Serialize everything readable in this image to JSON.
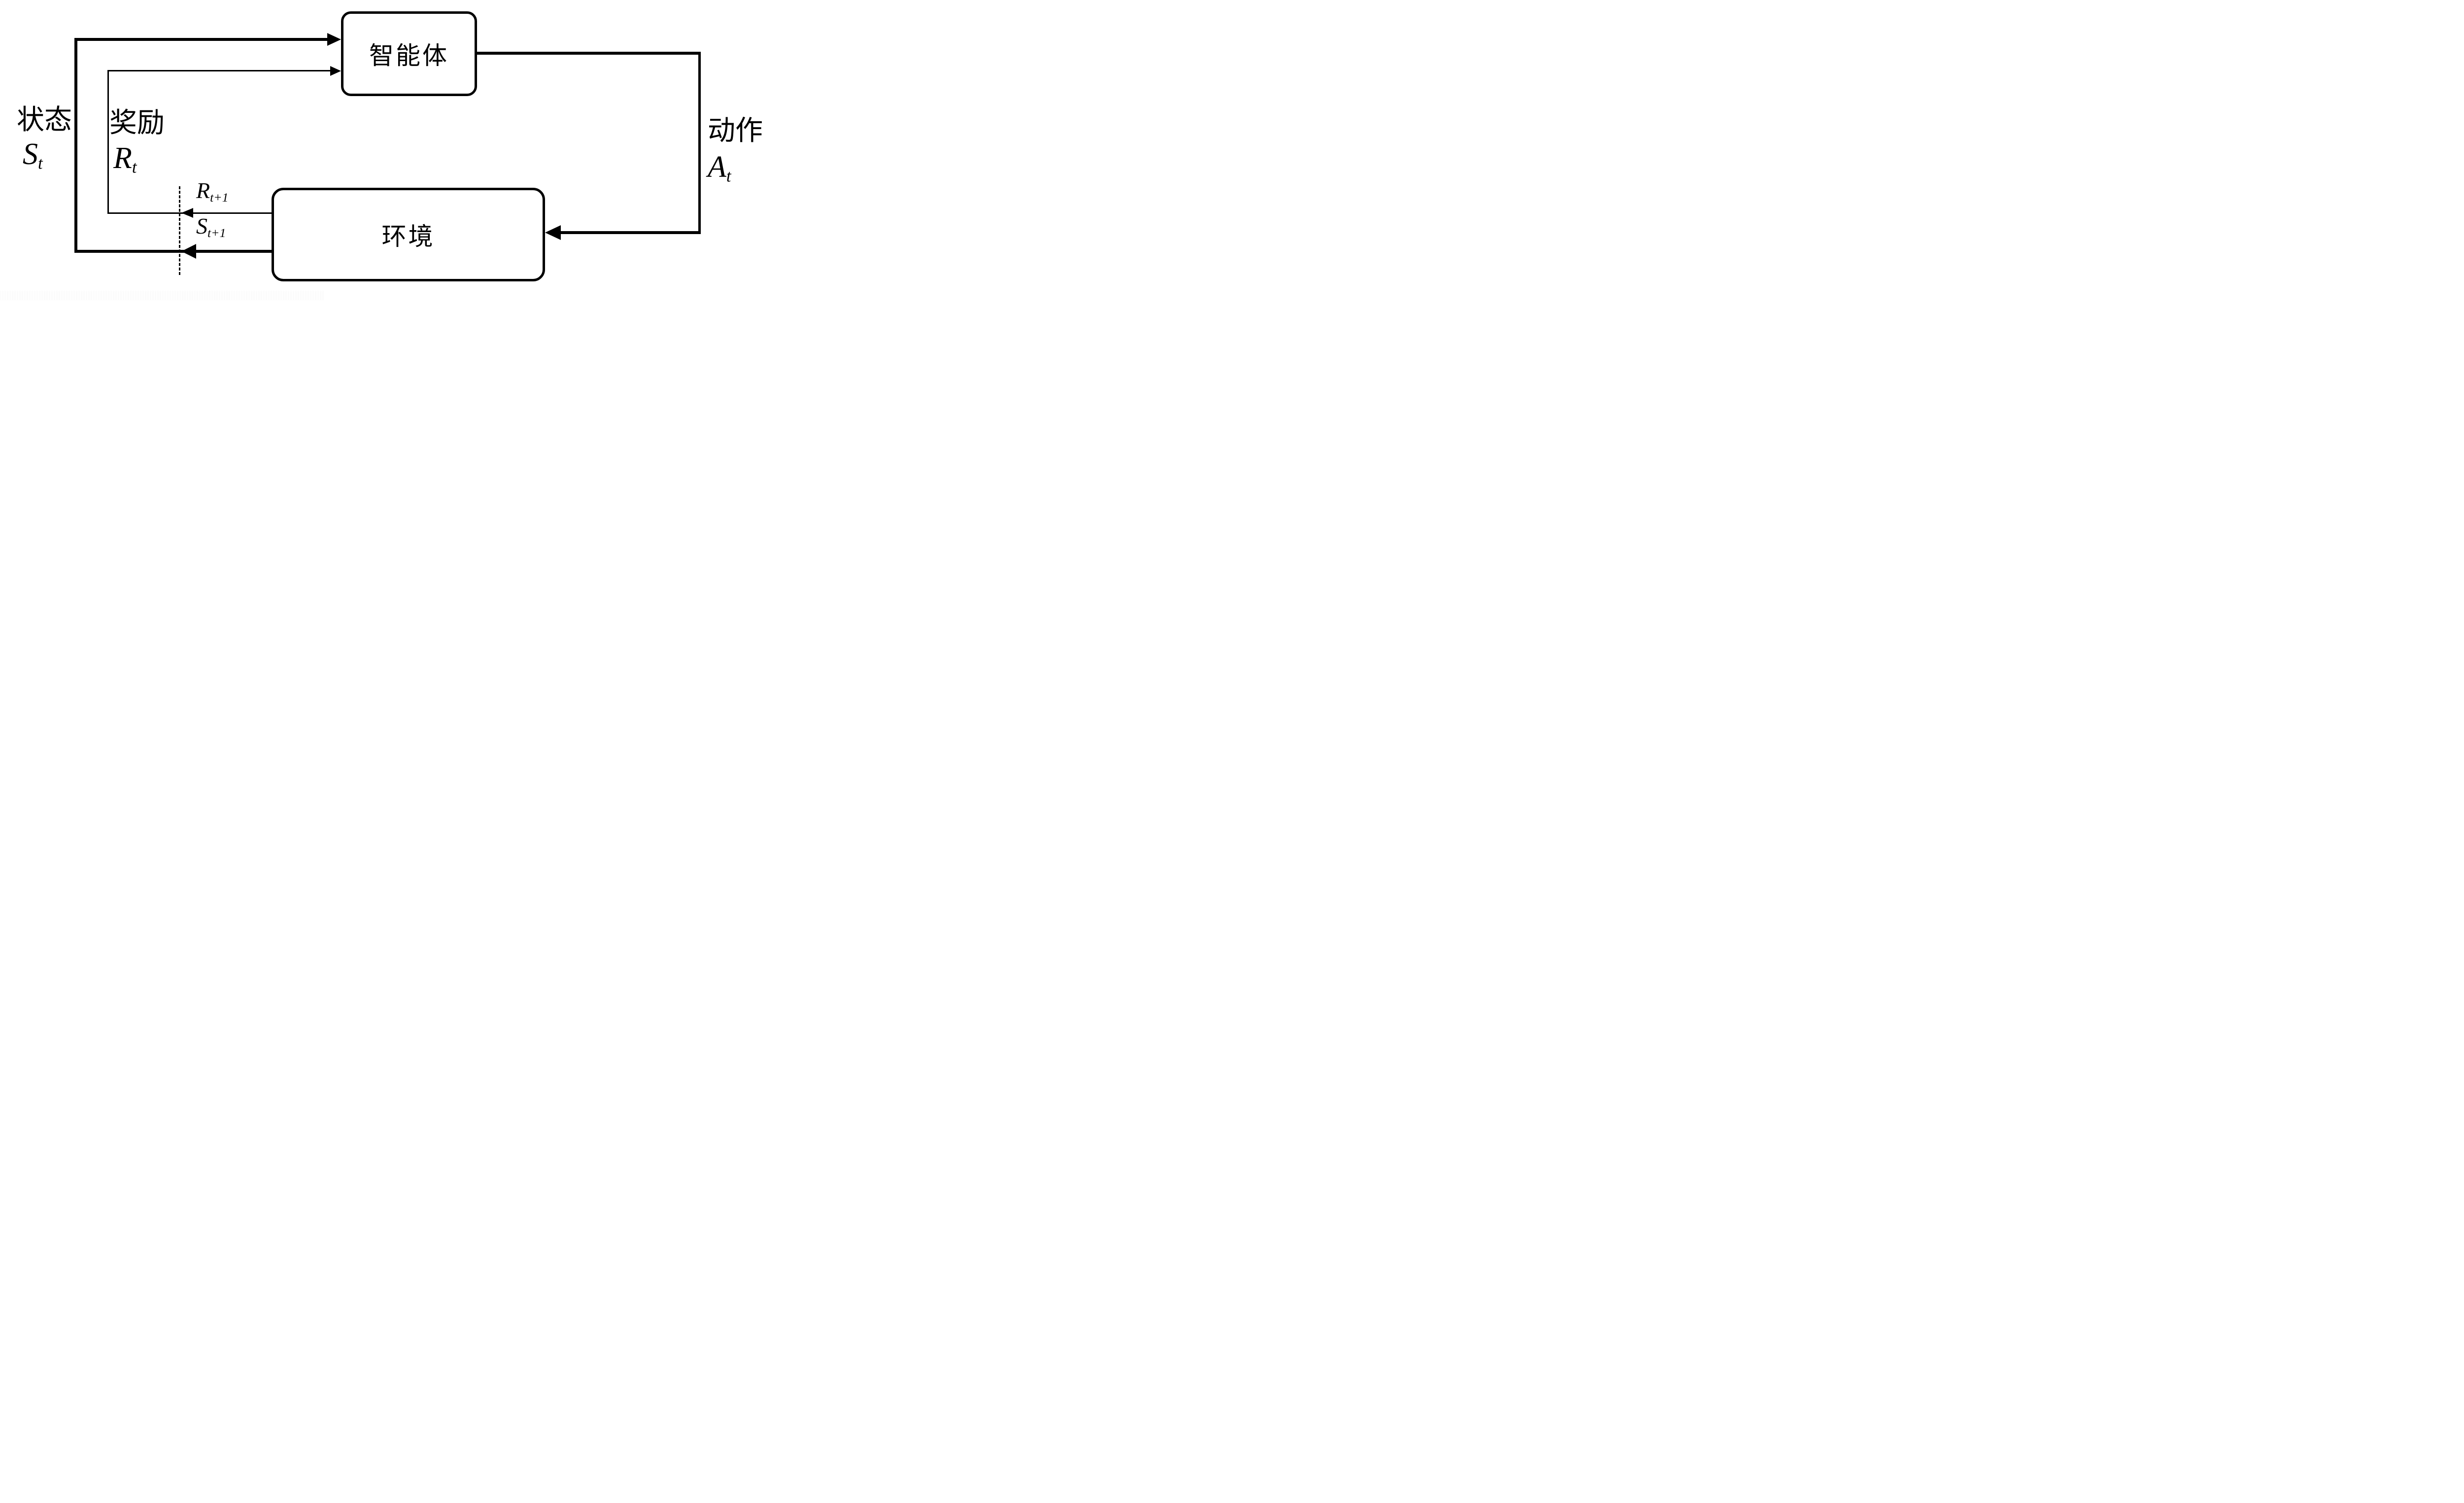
{
  "diagram": {
    "title": "agent-environment interaction loop",
    "colors": {
      "line": "#000000",
      "background": "#ffffff"
    },
    "agent_box": {
      "label": "智能体"
    },
    "environment_box": {
      "label": "环境"
    },
    "left_labels": {
      "state_cn": "状态",
      "state_symbol": "S",
      "state_subscript": "t",
      "reward_cn": "奖励",
      "reward_symbol": "R",
      "reward_subscript": "t"
    },
    "right_labels": {
      "action_cn": "动作",
      "action_symbol": "A",
      "action_subscript": "t"
    },
    "next_step_labels": {
      "reward_next_symbol": "R",
      "reward_next_subscript": "t+1",
      "state_next_symbol": "S",
      "state_next_subscript": "t+1"
    }
  }
}
